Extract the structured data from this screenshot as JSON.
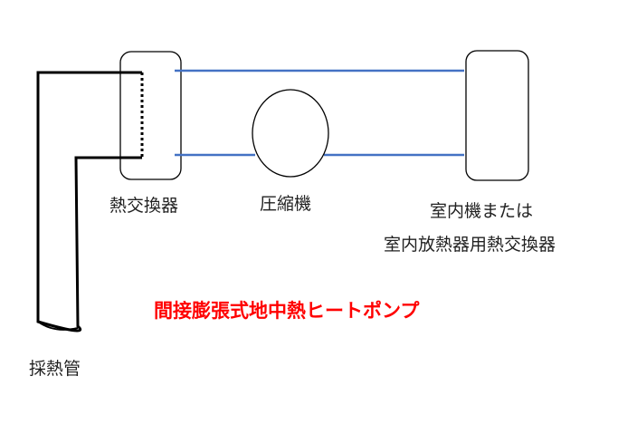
{
  "labels": {
    "heat_exchanger": "熱交換器",
    "compressor": "圧縮機",
    "indoor_line1": "室内機または",
    "indoor_line2": "室内放熱器用熱交換器",
    "collector_pipe": "採熱管"
  },
  "title": "間接膨張式地中熱ヒートポンプ",
  "colors": {
    "pipe": "#000000",
    "refrigerant_line": "#4472c4",
    "title": "#ff0000"
  }
}
